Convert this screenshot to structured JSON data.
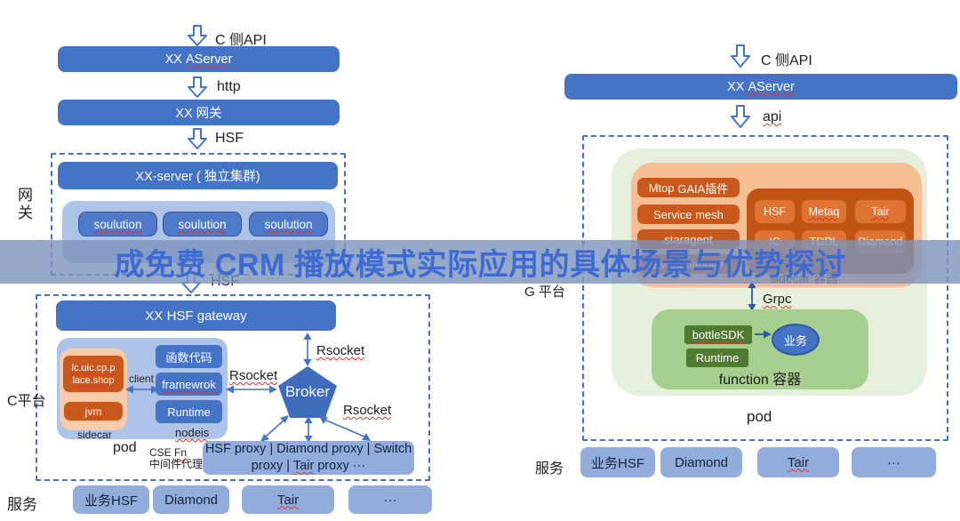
{
  "banner": {
    "text": "成免费 CRM 播放模式实际应用的具体场景与优势探讨"
  },
  "palette": {
    "box_blue": "#4573C6",
    "light_blue": "#AEC3E8",
    "service_blue": "#92ACDC",
    "dashed_blue": "#4A6FBE",
    "peach": "#F8CBAD",
    "orange_dark": "#C8581C",
    "orange_container": "#BF5414",
    "orange_small": "#DE7334",
    "green_light": "#E5EFDC",
    "green_mid": "#A6CE8E",
    "green_dark": "#4F7B30",
    "banner_text_color": "#3D6BD2",
    "spellcheck_red": "#E0342B"
  },
  "left": {
    "side_gateway": "网\n关",
    "side_platform": "C平台",
    "side_service": "服务",
    "api_arrow": "C 侧API",
    "aserver_prefix": "XX ",
    "aserver_word": "AServer",
    "http": "http",
    "gateway_box": "XX 网关",
    "hsf_top": "HSF",
    "server_cluster": "XX-server ( 独立集群)",
    "solutions": [
      "soulution",
      "soulution",
      "soulution"
    ],
    "hsf_mid": "HSF",
    "hsf_gateway": "XX HSF gateway",
    "app_line1": "lc.uic.cp.p",
    "app_line2": "lace.shop",
    "jvm": "jvm",
    "sidecar": "sidecar",
    "client": "client",
    "func_code": "函数代码",
    "framework": "framewrok",
    "runtime": "Runtime",
    "nodeis": "nodeis",
    "pod": "pod",
    "cse_prefix": "CSE ",
    "cse_fn": "Fn",
    "cse_line2": "中间件代理",
    "broker": "Broker",
    "rsocket_top": "Rsocket",
    "rsocket_left": "Rsocket",
    "rsocket_br": "Rsocket",
    "proxy_line1": "HSF proxy | Diamond proxy | Switch",
    "proxy_l2_pre": "proxy | ",
    "proxy_l2_tair": "Tair",
    "proxy_l2_post": " proxy ···",
    "services": [
      "业务HSF",
      "Diamond",
      "Tair",
      "···"
    ]
  },
  "right": {
    "api_arrow": "C 侧API",
    "aserver_prefix": "XX ",
    "aserver_word": "AServer",
    "api": "api",
    "side_platform": "G 平台",
    "side_service": "服务",
    "mtop_word": "Mtop",
    "mtop_rest": " GAIA插件",
    "service_mesh": "Service mesh",
    "staragent": "staragent",
    "event_handler": "Event handler",
    "mw_row1": [
      "HSF",
      "Metaq",
      "Tair"
    ],
    "mw_row2": [
      "IC",
      "TDDL",
      "Diamond"
    ],
    "sidecar_label": "sidecar 容器",
    "grpc": "Grpc",
    "bottlesdk": "bottleSDK",
    "runtime": "Runtime",
    "biz": "业务",
    "function_label": "function 容器",
    "pod": "pod",
    "services": [
      "业务HSF",
      "Diamond",
      "Tair",
      "···"
    ]
  }
}
